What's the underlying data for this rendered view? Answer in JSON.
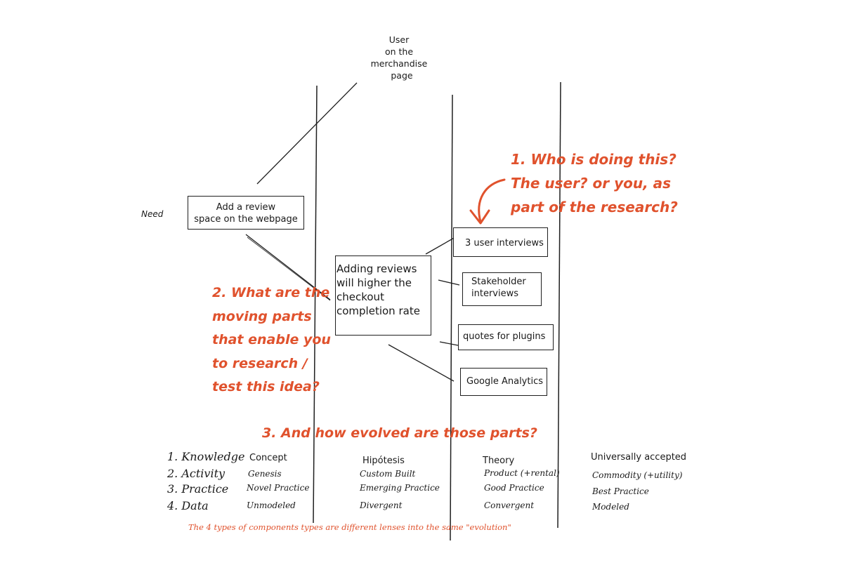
{
  "anchor": {
    "label_lines": [
      "User",
      "on the",
      "merchandise",
      "page"
    ]
  },
  "need_label": "Need",
  "boxes": {
    "add_review": [
      "Add a review",
      "space on the webpage"
    ],
    "hypothesis": [
      "Adding reviews",
      "will higher the",
      "checkout",
      "completion rate"
    ],
    "user_interviews": "3 user interviews",
    "stakeholder": [
      "Stakeholder",
      "interviews"
    ],
    "quotes": "quotes for plugins",
    "analytics": "Google Analytics"
  },
  "questions": {
    "q1": [
      "1. Who is doing this?",
      "The user? or you, as",
      "part of the research?"
    ],
    "q2": [
      "2. What are the",
      "moving parts",
      "that enable you",
      "to research /",
      "test this idea?"
    ],
    "q3": "3. And how evolved are those parts?"
  },
  "components": [
    "1. Knowledge",
    "2. Activity",
    "3. Practice",
    "4. Data"
  ],
  "stages": [
    {
      "knowledge": "Concept",
      "activity": "Genesis",
      "practice": "Novel Practice",
      "data": "Unmodeled"
    },
    {
      "knowledge": "Hipótesis",
      "activity": "Custom Built",
      "practice": "Emerging Practice",
      "data": "Divergent"
    },
    {
      "knowledge": "Theory",
      "activity": "Product (+rental)",
      "practice": "Good Practice",
      "data": "Convergent"
    },
    {
      "knowledge": "Universally accepted",
      "activity": "Commodity (+utility)",
      "practice": "Best Practice",
      "data": "Modeled"
    }
  ],
  "footnote": "The 4 types of components  types are different lenses into the same \"evolution\"",
  "colors": {
    "accent": "#e0522d",
    "ink": "#1f1f1f"
  }
}
